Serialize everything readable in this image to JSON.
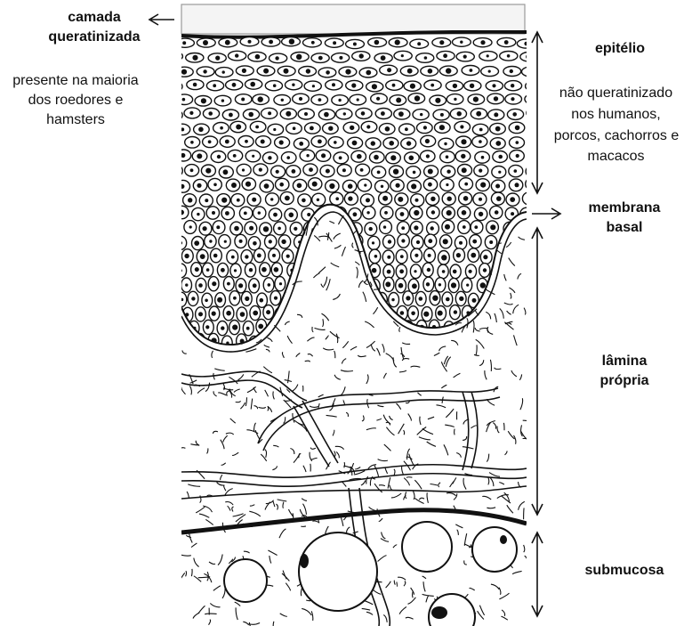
{
  "labels": {
    "keratin_title_1": "camada",
    "keratin_title_2": "queratinizada",
    "keratin_note_1": "presente na maioria",
    "keratin_note_2": "dos roedores e",
    "keratin_note_3": "hamsters",
    "epithelium_title": "epitélio",
    "epithelium_note_1": "não queratinizado",
    "epithelium_note_2": "nos humanos,",
    "epithelium_note_3": "porcos, cachorros e",
    "epithelium_note_4": "macacos",
    "basal_1": "membrana",
    "basal_2": "basal",
    "lamina_1": "lâmina",
    "lamina_2": "própria",
    "submucosa": "submucosa"
  },
  "colors": {
    "ink": "#111111",
    "keratin_fill": "#f4f4f4"
  }
}
